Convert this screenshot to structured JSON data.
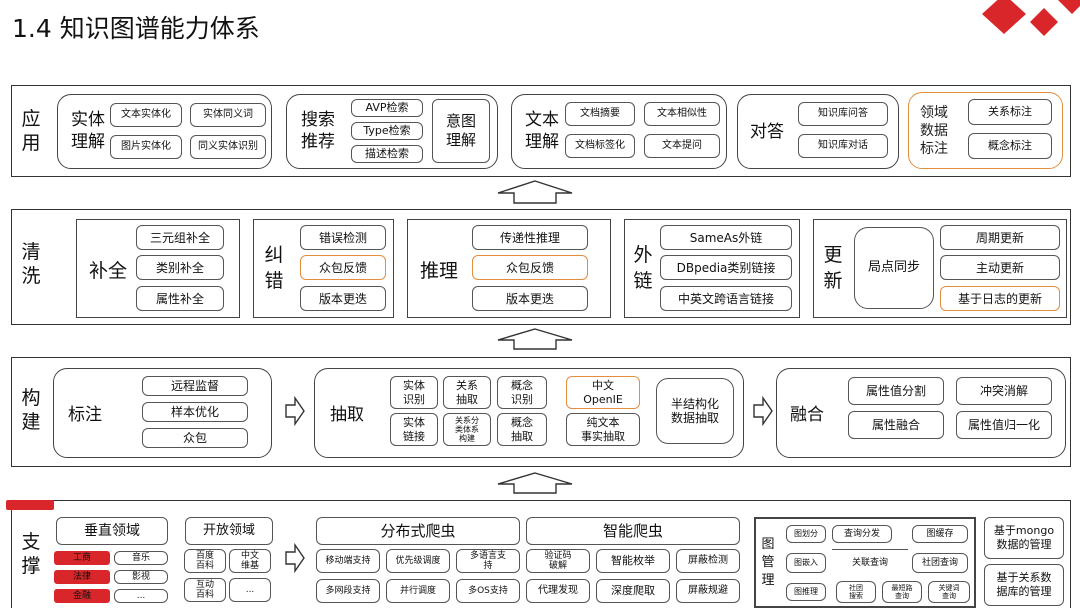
{
  "title": "1.4 知识图谱能力体系",
  "colors": {
    "accent": "#d9262a",
    "highlight": "#e38d3f",
    "border": "#333333"
  },
  "app": {
    "label": "应\n用",
    "entity": {
      "label": "实体\n理解",
      "items": [
        "文本实体化",
        "实体同义词",
        "图片实体化",
        "同义实体识别"
      ]
    },
    "search": {
      "label": "搜索\n推荐",
      "items": [
        "AVP检索",
        "Type检索",
        "描述检索"
      ],
      "intent": "意图\n理解"
    },
    "text": {
      "label": "文本\n理解",
      "items": [
        "文档摘要",
        "文本相似性",
        "文档标签化",
        "文本提问"
      ]
    },
    "qa": {
      "label": "对答",
      "items": [
        "知识库问答",
        "知识库对话"
      ]
    },
    "domain": {
      "label": "领域\n数据\n标注",
      "items": [
        "关系标注",
        "概念标注"
      ]
    }
  },
  "clean": {
    "label": "清\n洗",
    "complete": {
      "label": "补全",
      "items": [
        "三元组补全",
        "类别补全",
        "属性补全"
      ]
    },
    "correct": {
      "label": "纠\n错",
      "items": [
        "错误检测",
        "众包反馈",
        "版本更迭"
      ]
    },
    "infer": {
      "label": "推理",
      "items": [
        "传递性推理",
        "众包反馈",
        "版本更迭"
      ]
    },
    "link": {
      "label": "外\n链",
      "items": [
        "SameAs外链",
        "DBpedia类别链接",
        "中英文跨语言链接"
      ]
    },
    "update": {
      "label": "更\n新",
      "sync": "局点同步",
      "items": [
        "周期更新",
        "主动更新",
        "基于日志的更新"
      ]
    }
  },
  "build": {
    "label": "构\n建",
    "annotate": {
      "label": "标注",
      "items": [
        "远程监督",
        "样本优化",
        "众包"
      ]
    },
    "extract": {
      "label": "抽取",
      "items": [
        "实体\n识别",
        "关系\n抽取",
        "概念\n识别",
        "中文\nOpenIE",
        "实体\n链接",
        "关系分\n类体系\n构建",
        "概念\n抽取",
        "纯文本\n事实抽取"
      ],
      "semi": "半结构化\n数据抽取"
    },
    "fuse": {
      "label": "融合",
      "items": [
        "属性值分割",
        "冲突消解",
        "属性融合",
        "属性值归一化"
      ]
    }
  },
  "support": {
    "label": "支\n撑",
    "vertical": {
      "label": "垂直领域",
      "items": [
        "工商",
        "音乐",
        "法律",
        "影视",
        "金融",
        "..."
      ]
    },
    "open": {
      "label": "开放领域",
      "items": [
        "百度\n百科",
        "中文\n维基",
        "互动\n百科",
        "..."
      ]
    },
    "crawler": {
      "label": "分布式爬虫",
      "items": [
        "移动端支持",
        "优先级调度",
        "多语言支\n持",
        "多网段支持",
        "并行调度",
        "多OS支持"
      ]
    },
    "smart": {
      "label": "智能爬虫",
      "items": [
        "验证码\n破解",
        "智能枚举",
        "屏蔽检测",
        "代理发现",
        "深度爬取",
        "屏蔽规避"
      ]
    },
    "graph": {
      "label": "图\n管\n理",
      "items": [
        "图划分",
        "查询分发",
        "图缓存",
        "图嵌入",
        "关联查询",
        "社团查询",
        "图推理",
        "社团\n搜索",
        "最短路\n查询",
        "关键词\n查询"
      ]
    },
    "storage": [
      "基于mongo\n数据的管理",
      "基于关系数\n据库的管理"
    ]
  }
}
